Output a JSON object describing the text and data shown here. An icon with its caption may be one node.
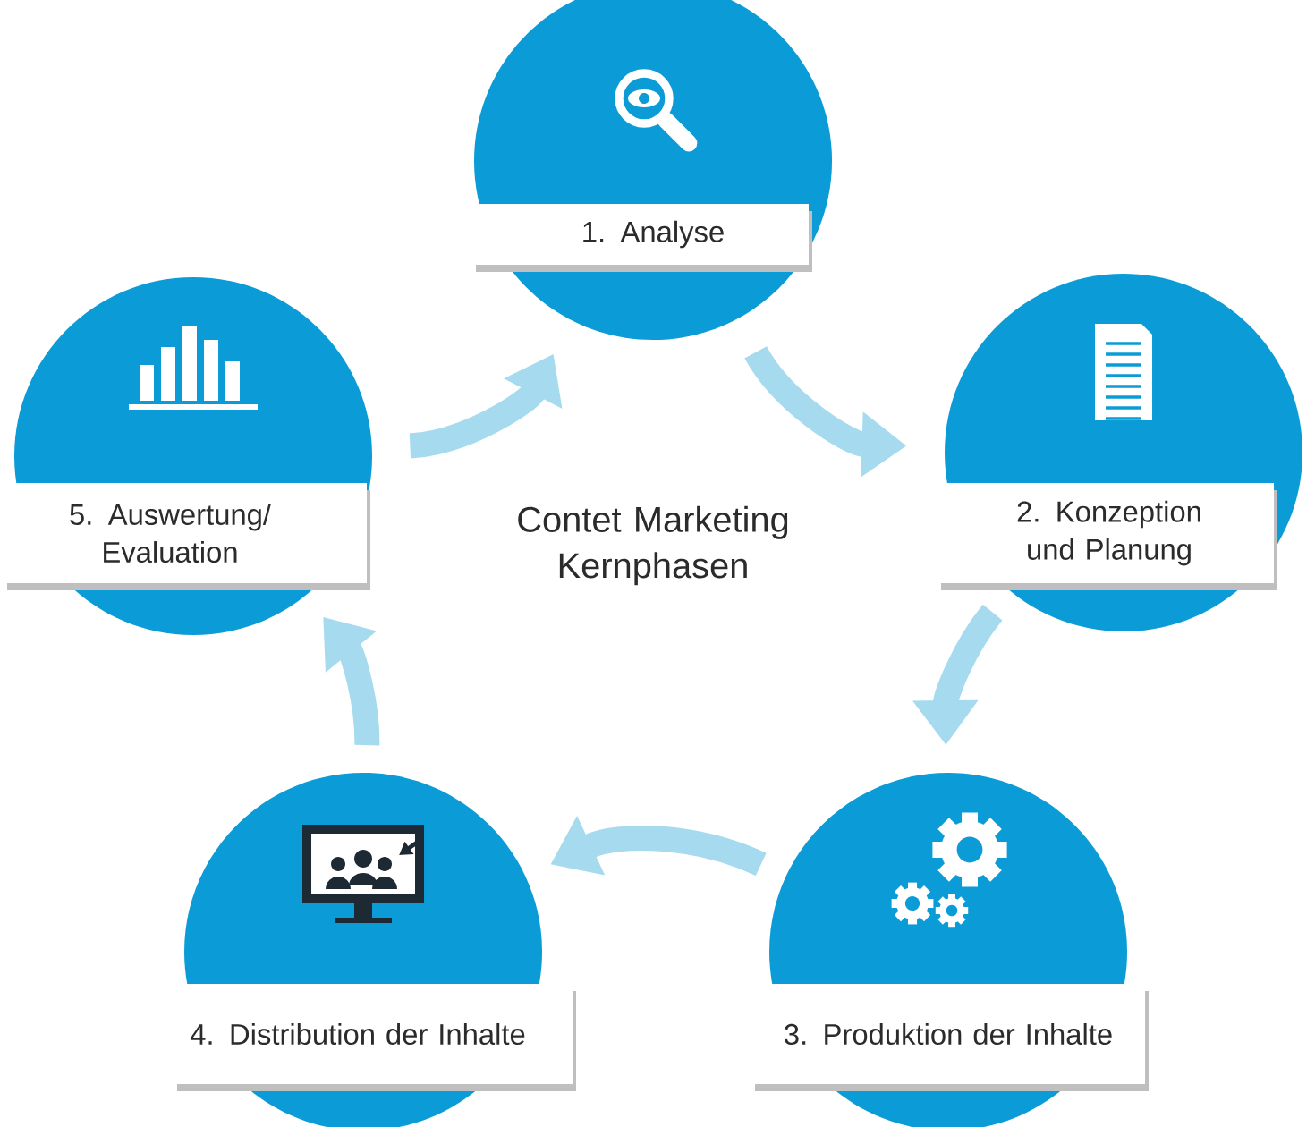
{
  "diagram": {
    "title": "Contet Marketing Kernphasen",
    "nodes": [
      {
        "text": [
          "1. Analyse"
        ]
      },
      {
        "text": [
          "2. Konzeption und Planung"
        ]
      },
      {
        "text": [
          "3. Produktion der Inhalte"
        ]
      },
      {
        "text": [
          "4. Distribution der Inhalte"
        ]
      },
      {
        "text": [
          "5. Auswertung/ Evaluation"
        ]
      }
    ],
    "edges": [
      {
        "from": 0,
        "to": 1,
        "arrow": "to"
      },
      {
        "from": 1,
        "to": 2,
        "arrow": "to"
      },
      {
        "from": 2,
        "to": 3,
        "arrow": "to"
      },
      {
        "from": 3,
        "to": 4,
        "arrow": "to"
      },
      {
        "from": 4,
        "to": 0,
        "arrow": "to"
      }
    ]
  }
}
